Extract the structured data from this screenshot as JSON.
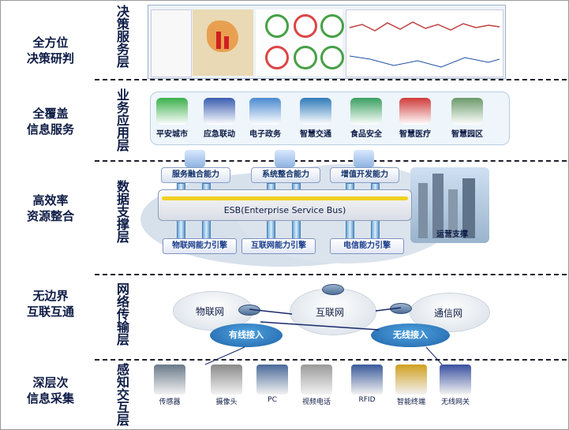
{
  "layers": [
    {
      "left_title": [
        "全方位",
        "决策研判"
      ],
      "vertical": "决策服务层"
    },
    {
      "left_title": [
        "全覆盖",
        "信息服务"
      ],
      "vertical": "业务应用层"
    },
    {
      "left_title": [
        "高效率",
        "资源整合"
      ],
      "vertical": "数据支撑层"
    },
    {
      "left_title": [
        "无边界",
        "互联互通"
      ],
      "vertical": "网络传输层"
    },
    {
      "left_title": [
        "深层次",
        "信息采集"
      ],
      "vertical": "感知交互层"
    }
  ],
  "apps": [
    "平安城市",
    "应急联动",
    "电子政务",
    "智慧交通",
    "食品安全",
    "智慧医疗",
    "智慧园区"
  ],
  "capabilities": [
    "服务融合能力",
    "系统整合能力",
    "增值开发能力"
  ],
  "esb": "ESB(Enterprise Service Bus)",
  "engines": [
    "物联网能力引擎",
    "互联网能力引擎",
    "电信能力引擎"
  ],
  "ops": "运营支撑",
  "networks": {
    "iot": "物联网",
    "internet": "互联网",
    "telecom": "通信网",
    "wired": "有线接入",
    "wireless": "无线接入"
  },
  "devices": [
    "传感器",
    "摄像头",
    "PC",
    "视频电话",
    "RFID",
    "智能终端",
    "无线网关"
  ],
  "colors": {
    "label": "#0d1b45",
    "panel": "#e9f3fb",
    "accent": "#f0c020"
  }
}
